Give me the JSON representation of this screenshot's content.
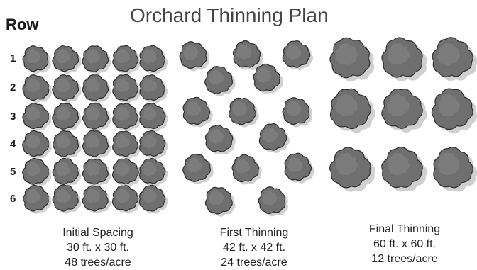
{
  "title": "Orchard Thinning Plan",
  "row_header": "Row",
  "rows": [
    "1",
    "2",
    "3",
    "4",
    "5",
    "6"
  ],
  "colors": {
    "tree_fill": "#6f6f6f",
    "tree_shadow": "#d0d0d0",
    "tree_outline": "#2f2f2f"
  },
  "panels": [
    {
      "name": "Initial Spacing",
      "spacing": "30 ft. x 30 ft.",
      "density": "48 trees/acre"
    },
    {
      "name": "First Thinning",
      "spacing": "42 ft. x 42 ft.",
      "density": "24 trees/acre"
    },
    {
      "name": "Final Thinning",
      "spacing": "60 ft. x 60 ft.",
      "density": "12 trees/acre"
    }
  ]
}
